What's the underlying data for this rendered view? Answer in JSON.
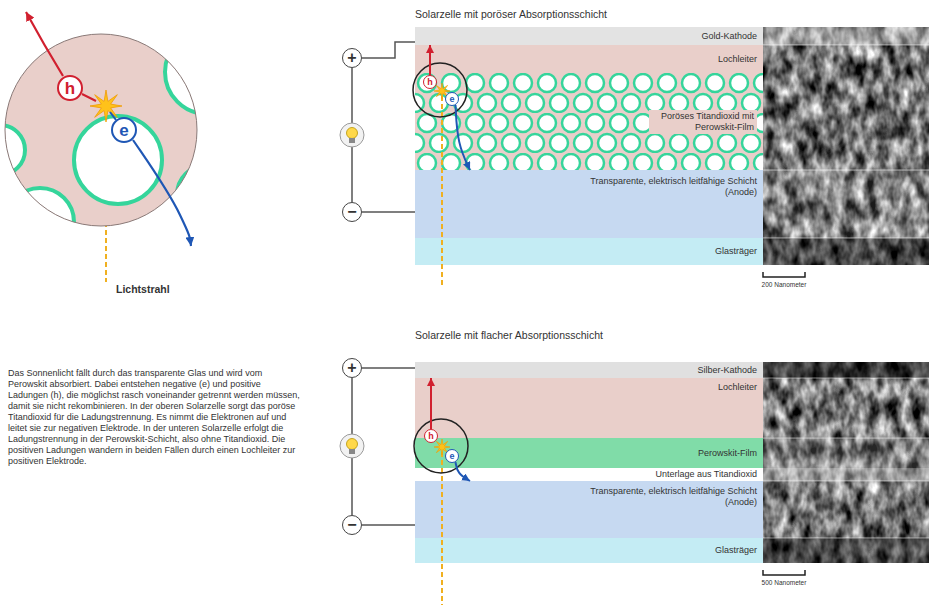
{
  "diagram": {
    "nodes": [
      {
        "text": [
          "h"
        ]
      },
      {
        "text": [
          "e"
        ]
      },
      {
        "text": [
          "Gold-Kathode"
        ]
      },
      {
        "text": [
          "Lochleiter"
        ]
      },
      {
        "text": [
          "Poröses Titandioxid mit Perowskit-Film"
        ]
      },
      {
        "text": [
          "Transparente, elektrisch leitfähige Schicht (Anode)"
        ]
      },
      {
        "text": [
          "Glasträger"
        ]
      },
      {
        "text": [
          "+"
        ]
      },
      {
        "text": [
          "−"
        ]
      },
      {
        "text": [
          "h"
        ]
      },
      {
        "text": [
          "e"
        ]
      },
      {
        "text": [
          "Silber-Kathode"
        ]
      },
      {
        "text": [
          "Lochleiter"
        ]
      },
      {
        "text": [
          "Perowskit-Film"
        ]
      },
      {
        "text": [
          "Unterlage aus Titandioxid"
        ]
      },
      {
        "text": [
          "Transparente, elektrisch leitfähige Schicht (Anode)"
        ]
      },
      {
        "text": [
          "Glasträger"
        ]
      },
      {
        "text": [
          "+"
        ]
      },
      {
        "text": [
          "−"
        ]
      },
      {
        "text": [
          "h"
        ]
      },
      {
        "text": [
          "e"
        ]
      }
    ],
    "edges": [
      {
        "from": 7,
        "to": 2,
        "arrow": "none"
      },
      {
        "from": 8,
        "to": 5,
        "arrow": "none"
      },
      {
        "from": 7,
        "to": 8,
        "arrow": "none"
      },
      {
        "from": 9,
        "to": 2,
        "arrow": "to"
      },
      {
        "from": 10,
        "to": 5,
        "arrow": "to"
      },
      {
        "from": 17,
        "to": 11,
        "arrow": "none"
      },
      {
        "from": 18,
        "to": 15,
        "arrow": "none"
      },
      {
        "from": 17,
        "to": 18,
        "arrow": "none"
      },
      {
        "from": 19,
        "to": 11,
        "arrow": "to"
      },
      {
        "from": 20,
        "to": 15,
        "arrow": "to"
      }
    ],
    "labels": [
      "Solarzelle mit poröser Absorptionsschicht",
      "Lichtstrahl",
      "Das Sonnenlicht fällt durch das transparente Glas und wird vom Perowskit absorbiert. Dabei entstehen negative (e) und positive Ladungen (h), die möglichst rasch voneinander getrennt werden müssen, damit sie nicht rekombinieren. In der oberen Solarzelle sorgt das poröse Titandioxid für die Ladungstrennung. Es nimmt die Elektronen auf und leitet sie zur negativen Elektrode. In der unteren Solarzelle erfolgt die Ladungstrennung in der Perowskit-Schicht, also ohne Titandioxid. Die positiven Ladungen wandern in beiden Fällen durch einen Lochleiter zur positiven Elektrode.",
      "200 Nanometer",
      "Solarzelle mit flacher Absorptionsschicht",
      "500 Nanometer"
    ]
  }
}
